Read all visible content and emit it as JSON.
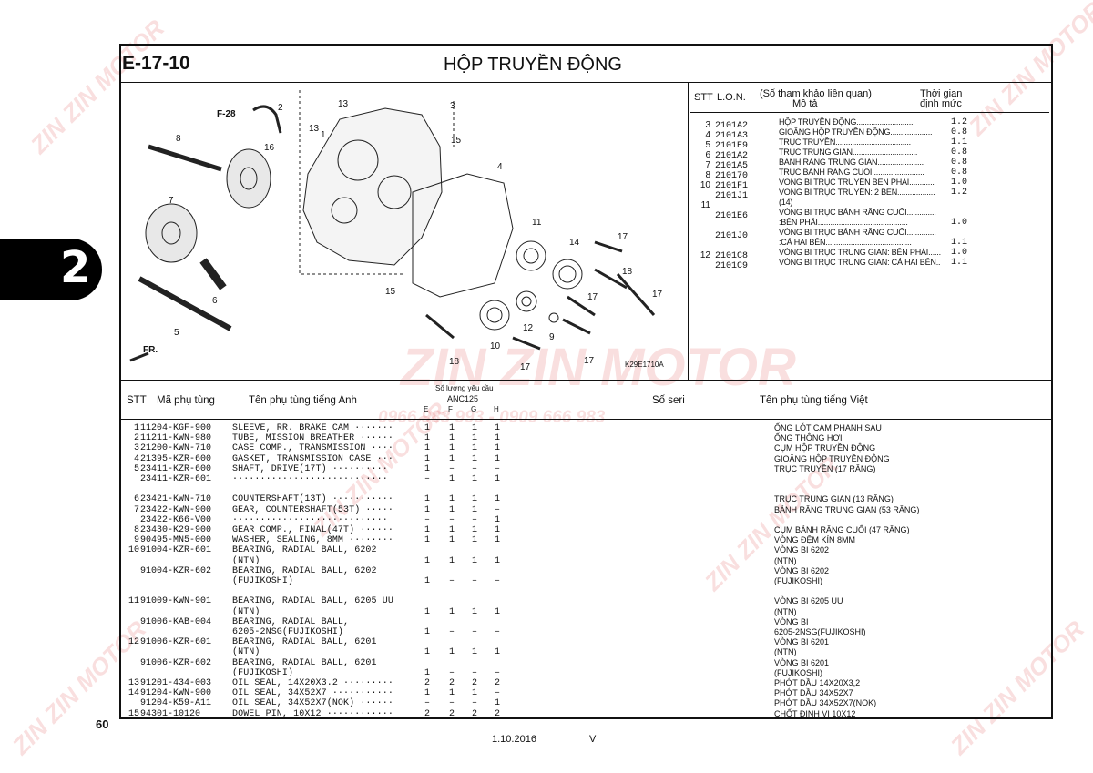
{
  "page": {
    "code": "E-17-10",
    "title": "HỘP TRUYỀN ĐỘNG",
    "tab_number": "2",
    "page_number": "60",
    "date": "1.10.2016",
    "version": "V",
    "diagram_code": "K29E1710A",
    "watermark_brand": "ZIN ZIN MOTOR",
    "watermark_phone": "0966 983 993 - 0909 666 983"
  },
  "diagram": {
    "labels": [
      "F-28",
      "2",
      "16",
      "13",
      "1",
      "13",
      "3",
      "8",
      "15",
      "4",
      "7",
      "11",
      "14",
      "17",
      "6",
      "18",
      "17",
      "15",
      "17",
      "12",
      "5",
      "9",
      "10",
      "17",
      "18",
      "FR."
    ]
  },
  "side_table": {
    "header": {
      "stt": "STT",
      "lon": "L.O.N.",
      "ref": "(Số tham khảo liên quan)",
      "desc": "Mô tả",
      "time_1": "Thời gian",
      "time_2": "định mức"
    },
    "rows": [
      {
        "stt": "3",
        "lon": "2101A2",
        "desc": "HỘP TRUYỀN ĐỘNG............................",
        "time": "1.2"
      },
      {
        "stt": "4",
        "lon": "2101A3",
        "desc": "GIOĂNG HỘP TRUYỀN ĐỘNG....................",
        "time": "0.8"
      },
      {
        "stt": "5",
        "lon": "2101E9",
        "desc": "TRỤC TRUYỀN....................................",
        "time": "1.1"
      },
      {
        "stt": "6",
        "lon": "2101A2",
        "desc": "TRỤC TRUNG GIAN...............................",
        "time": "0.8"
      },
      {
        "stt": "7",
        "lon": "2101A5",
        "desc": "BÁNH RĂNG TRUNG GIAN......................",
        "time": "0.8"
      },
      {
        "stt": "8",
        "lon": "210170",
        "desc": "TRỤC BÁNH RĂNG CUỐI.........................",
        "time": "0.8"
      },
      {
        "stt": "10",
        "lon": "2101F1",
        "desc": "VÒNG BI TRỤC TRUYỀN BÊN PHẢI............",
        "time": "1.0"
      },
      {
        "stt": "",
        "lon": "2101J1",
        "desc": "VÒNG BI TRỤC TRUYỀN: 2 BÊN..................",
        "time": "1.2"
      },
      {
        "stt": "11",
        "lon": "",
        "desc": "(14)",
        "time": ""
      },
      {
        "stt": "",
        "lon": "2101E6",
        "desc": "VÒNG BI TRỤC BÁNH RĂNG CUỐI..............",
        "time": ""
      },
      {
        "stt": "",
        "lon": "",
        "desc": ":BÊN PHẢI...........................................",
        "time": "1.0"
      },
      {
        "stt": "",
        "lon": "2101J0",
        "desc": "VÒNG BI TRỤC BÁNH RĂNG CUỐI..............",
        "time": ""
      },
      {
        "stt": "",
        "lon": "",
        "desc": ":CẢ HAI BÊN.........................................",
        "time": "1.1"
      },
      {
        "stt": "12",
        "lon": "2101C8",
        "desc": "VÒNG BI TRỤC TRUNG GIAN: BÊN PHẢI......",
        "time": "1.0"
      },
      {
        "stt": "",
        "lon": "2101C9",
        "desc": "VÒNG BI TRỤC TRUNG GIAN: CẢ HAI BÊN..",
        "time": "1.1"
      }
    ]
  },
  "parts_header": {
    "stt": "STT",
    "part_no": "Mã phụ tùng",
    "name_en": "Tên phụ tùng tiếng Anh",
    "qty_title": "Số lượng yêu cầu",
    "model": "ANC125",
    "cols": [
      "E",
      "F",
      "G",
      "H"
    ],
    "serial": "Số seri",
    "name_vn": "Tên phụ tùng tiếng Việt"
  },
  "parts": [
    {
      "stt": "1",
      "pn": "11204-KGF-900",
      "en": "SLEEVE, RR. BRAKE CAM ·······",
      "q": [
        "1",
        "1",
        "1",
        "1"
      ],
      "vn": "ỐNG LÓT CAM PHANH SAU"
    },
    {
      "stt": "2",
      "pn": "11211-KWN-980",
      "en": "TUBE, MISSION BREATHER ······",
      "q": [
        "1",
        "1",
        "1",
        "1"
      ],
      "vn": "ỐNG THÔNG HƠI"
    },
    {
      "stt": "3",
      "pn": "21200-KWN-710",
      "en": "CASE COMP., TRANSMISSION ····",
      "q": [
        "1",
        "1",
        "1",
        "1"
      ],
      "vn": "CỤM HỘP TRUYỀN ĐỘNG"
    },
    {
      "stt": "4",
      "pn": "21395-KZR-600",
      "en": "GASKET, TRANSMISSION CASE ···",
      "q": [
        "1",
        "1",
        "1",
        "1"
      ],
      "vn": "GIOĂNG HỘP TRUYỀN ĐỘNG"
    },
    {
      "stt": "5",
      "pn": "23411-KZR-600",
      "en": "SHAFT, DRIVE(17T) ··········",
      "q": [
        "1",
        "–",
        "–",
        "–"
      ],
      "vn": "TRỤC TRUYỀN (17 RĂNG)"
    },
    {
      "stt": "",
      "pn": "23411-KZR-601",
      "en": "····························",
      "q": [
        "–",
        "1",
        "1",
        "1"
      ],
      "vn": ""
    },
    {
      "stt": "",
      "pn": "",
      "en": "",
      "q": [
        "",
        "",
        "",
        ""
      ],
      "vn": ""
    },
    {
      "stt": "6",
      "pn": "23421-KWN-710",
      "en": "COUNTERSHAFT(13T) ···········",
      "q": [
        "1",
        "1",
        "1",
        "1"
      ],
      "vn": "TRỤC TRUNG GIAN (13 RĂNG)"
    },
    {
      "stt": "7",
      "pn": "23422-KWN-900",
      "en": "GEAR, COUNTERSHAFT(53T) ·····",
      "q": [
        "1",
        "1",
        "1",
        "–"
      ],
      "vn": "BÁNH RĂNG TRUNG GIAN (53 RĂNG)"
    },
    {
      "stt": "",
      "pn": "23422-K66-V00",
      "en": "····························",
      "q": [
        "–",
        "–",
        "–",
        "1"
      ],
      "vn": ""
    },
    {
      "stt": "8",
      "pn": "23430-K29-900",
      "en": "GEAR COMP., FINAL(47T) ······",
      "q": [
        "1",
        "1",
        "1",
        "1"
      ],
      "vn": "CỤM BÁNH RĂNG CUỐI (47 RĂNG)"
    },
    {
      "stt": "9",
      "pn": "90495-MN5-000",
      "en": "WASHER, SEALING, 8MM ········",
      "q": [
        "1",
        "1",
        "1",
        "1"
      ],
      "vn": "VÒNG ĐỆM KÍN 8MM"
    },
    {
      "stt": "10",
      "pn": "91004-KZR-601",
      "en": "BEARING, RADIAL BALL, 6202",
      "q": [
        "",
        "",
        "",
        ""
      ],
      "vn": "VÒNG BI 6202"
    },
    {
      "stt": "",
      "pn": "",
      "en": "                        (NTN)",
      "q": [
        "1",
        "1",
        "1",
        "1"
      ],
      "vn": "      (NTN)"
    },
    {
      "stt": "",
      "pn": "91004-KZR-602",
      "en": "BEARING, RADIAL BALL, 6202",
      "q": [
        "",
        "",
        "",
        ""
      ],
      "vn": "VÒNG BI 6202"
    },
    {
      "stt": "",
      "pn": "",
      "en": "                   (FUJIKOSHI)",
      "q": [
        "1",
        "–",
        "–",
        "–"
      ],
      "vn": "      (FUJIKOSHI)"
    },
    {
      "stt": "",
      "pn": "",
      "en": "",
      "q": [
        "",
        "",
        "",
        ""
      ],
      "vn": ""
    },
    {
      "stt": "11",
      "pn": "91009-KWN-901",
      "en": "BEARING, RADIAL BALL, 6205 UU",
      "q": [
        "",
        "",
        "",
        ""
      ],
      "vn": "VÒNG BI 6205 UU"
    },
    {
      "stt": "",
      "pn": "",
      "en": "                        (NTN)",
      "q": [
        "1",
        "1",
        "1",
        "1"
      ],
      "vn": "      (NTN)"
    },
    {
      "stt": "",
      "pn": "91006-KAB-004",
      "en": "BEARING, RADIAL BALL,",
      "q": [
        "",
        "",
        "",
        ""
      ],
      "vn": "VÒNG BI"
    },
    {
      "stt": "",
      "pn": "",
      "en": "        6205-2NSG(FUJIKOSHI)",
      "q": [
        "1",
        "–",
        "–",
        "–"
      ],
      "vn": "      6205-2NSG(FUJIKOSHI)"
    },
    {
      "stt": "12",
      "pn": "91006-KZR-601",
      "en": "BEARING, RADIAL BALL, 6201",
      "q": [
        "",
        "",
        "",
        ""
      ],
      "vn": "VÒNG BI 6201"
    },
    {
      "stt": "",
      "pn": "",
      "en": "                        (NTN)",
      "q": [
        "1",
        "1",
        "1",
        "1"
      ],
      "vn": "      (NTN)"
    },
    {
      "stt": "",
      "pn": "91006-KZR-602",
      "en": "BEARING, RADIAL BALL, 6201",
      "q": [
        "",
        "",
        "",
        ""
      ],
      "vn": "VÒNG BI 6201"
    },
    {
      "stt": "",
      "pn": "",
      "en": "                   (FUJIKOSHI)",
      "q": [
        "1",
        "–",
        "–",
        "–"
      ],
      "vn": "      (FUJIKOSHI)"
    },
    {
      "stt": "13",
      "pn": "91201-434-003",
      "en": "OIL SEAL, 14X20X3.2 ·········",
      "q": [
        "2",
        "2",
        "2",
        "2"
      ],
      "vn": "PHỚT DẦU 14X20X3,2"
    },
    {
      "stt": "14",
      "pn": "91204-KWN-900",
      "en": "OIL SEAL, 34X52X7 ···········",
      "q": [
        "1",
        "1",
        "1",
        "–"
      ],
      "vn": "PHỚT DẦU 34X52X7"
    },
    {
      "stt": "",
      "pn": "91204-K59-A11",
      "en": "OIL SEAL, 34X52X7(NOK) ······",
      "q": [
        "–",
        "–",
        "–",
        "1"
      ],
      "vn": "PHỚT DẦU 34X52X7(NOK)"
    },
    {
      "stt": "15",
      "pn": "94301-10120",
      "en": "DOWEL PIN, 10X12 ············",
      "q": [
        "2",
        "2",
        "2",
        "2"
      ],
      "vn": "CHỐT ĐỊNH VỊ 10X12"
    }
  ]
}
